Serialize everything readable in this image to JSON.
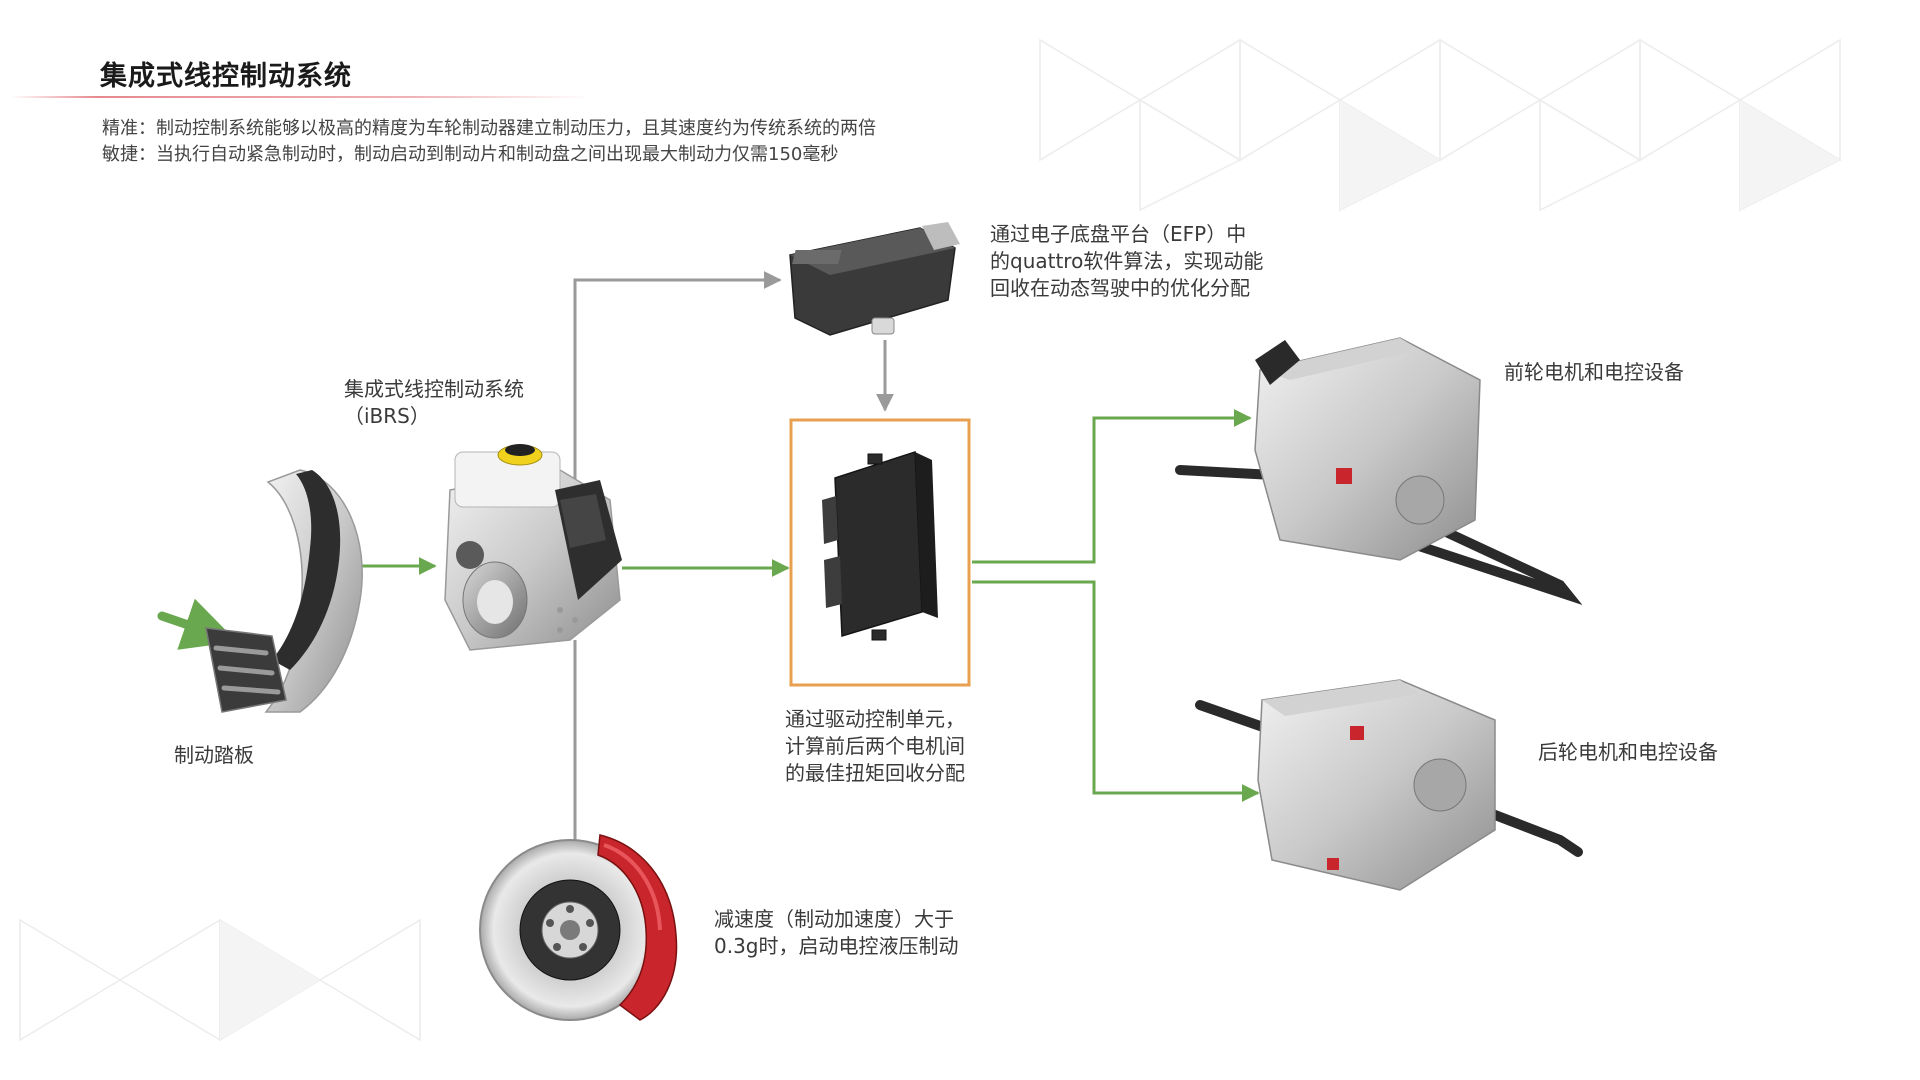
{
  "title": "集成式线控制动系统",
  "intro": [
    "精准：制动控制系统能够以极高的精度为车轮制动器建立制动压力，且其速度约为传统系统的两倍",
    "敏捷：当执行自动紧急制动时，制动启动到制动片和制动盘之间出现最大制动力仅需150毫秒"
  ],
  "labels": {
    "efp": [
      "通过电子底盘平台（EFP）中",
      "的quattro软件算法，实现动能",
      "回收在动态驾驶中的优化分配"
    ],
    "ibrs": [
      "集成式线控制动系统",
      "（iBRS）"
    ],
    "pedal": "制动踏板",
    "control_unit": [
      "通过驱动控制单元，",
      "计算前后两个电机间",
      "的最佳扭矩回收分配"
    ],
    "front_motor": "前轮电机和电控设备",
    "rear_motor": "后轮电机和电控设备",
    "brake_disc": [
      "减速度（制动加速度）大于",
      "0.3g时，启动电控液压制动"
    ]
  },
  "colors": {
    "green_arrow": "#6aa84f",
    "gray_arrow": "#9a9a9a",
    "highlight_box": "#e8a050",
    "caliper_red": "#c8262c"
  }
}
